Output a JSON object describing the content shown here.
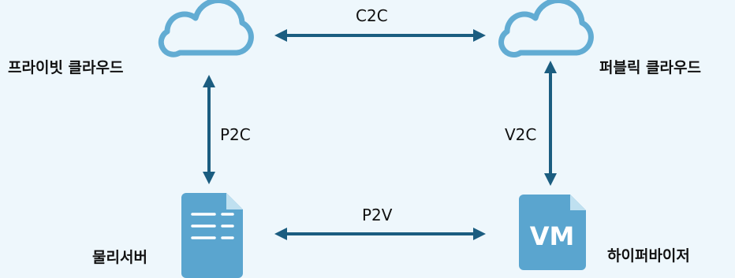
{
  "nodes": {
    "private_cloud": {
      "label": "프라이빗 클라우드",
      "icon": "cloud-icon"
    },
    "public_cloud": {
      "label": "퍼블릭 클라우드",
      "icon": "cloud-icon"
    },
    "physical_server": {
      "label": "물리서버",
      "icon": "document-icon"
    },
    "hypervisor": {
      "label": "하이퍼바이저",
      "icon": "vm-icon",
      "icon_text": "VM"
    }
  },
  "edges": {
    "c2c": {
      "label": "C2C",
      "from": "private_cloud",
      "to": "public_cloud"
    },
    "p2c": {
      "label": "P2C",
      "from": "physical_server",
      "to": "private_cloud"
    },
    "v2c": {
      "label": "V2C",
      "from": "hypervisor",
      "to": "public_cloud"
    },
    "p2v": {
      "label": "P2V",
      "from": "physical_server",
      "to": "hypervisor"
    }
  },
  "colors": {
    "background": "#eef7fc",
    "cloud_stroke": "#62acd3",
    "arrow": "#1b5d80",
    "document_fill": "#5aa5cf",
    "vm_fill": "#5aa5cf"
  }
}
